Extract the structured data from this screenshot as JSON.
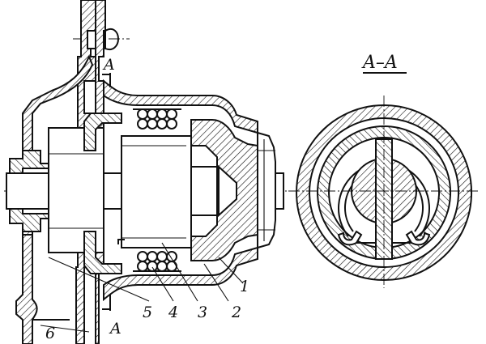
{
  "section_label": "A–A",
  "section_marks": {
    "top": "A",
    "bottom": "A"
  },
  "callouts": [
    {
      "id": "1",
      "text": "1"
    },
    {
      "id": "2",
      "text": "2"
    },
    {
      "id": "3",
      "text": "3"
    },
    {
      "id": "4",
      "text": "4"
    },
    {
      "id": "5",
      "text": "5"
    },
    {
      "id": "6",
      "text": "6"
    }
  ]
}
